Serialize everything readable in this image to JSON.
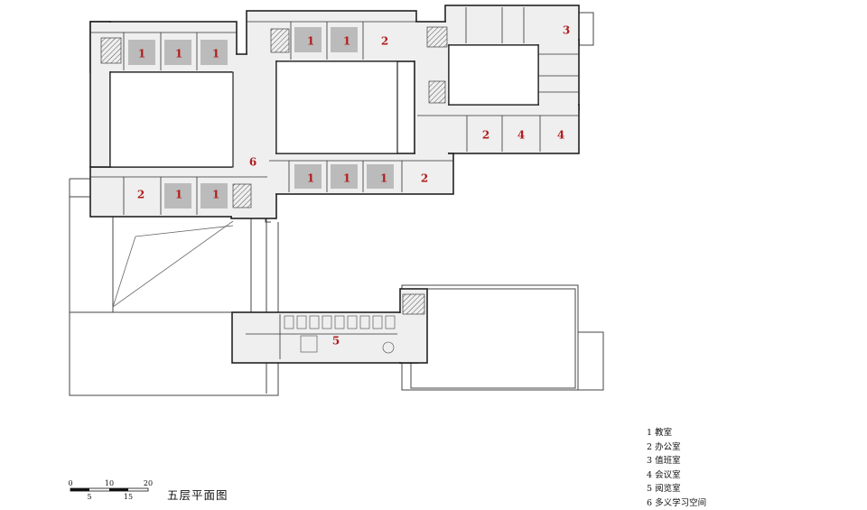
{
  "plan": {
    "title": "五层平面图",
    "rooms": [
      {
        "id": "w1",
        "num": "1"
      },
      {
        "id": "w2",
        "num": "1"
      },
      {
        "id": "w3",
        "num": "1"
      },
      {
        "id": "n1",
        "num": "1"
      },
      {
        "id": "n2",
        "num": "1"
      },
      {
        "id": "n3",
        "num": "2"
      },
      {
        "id": "ne",
        "num": "3"
      },
      {
        "id": "e1",
        "num": "2"
      },
      {
        "id": "e2",
        "num": "4"
      },
      {
        "id": "e3",
        "num": "4"
      },
      {
        "id": "c6",
        "num": "6"
      },
      {
        "id": "s1",
        "num": "1"
      },
      {
        "id": "s2",
        "num": "1"
      },
      {
        "id": "s3",
        "num": "1"
      },
      {
        "id": "s4",
        "num": "2"
      },
      {
        "id": "sw1",
        "num": "2"
      },
      {
        "id": "sw2",
        "num": "1"
      },
      {
        "id": "sw3",
        "num": "1"
      },
      {
        "id": "r5",
        "num": "5"
      }
    ]
  },
  "legend": [
    "1 教室",
    "2 办公室",
    "3 值班室",
    "4 会议室",
    "5 阅览室",
    "6 多义学习空间"
  ],
  "scale_bar": {
    "top_labels": [
      "0",
      "10",
      "20"
    ],
    "bottom_labels": [
      "5",
      "15"
    ]
  }
}
